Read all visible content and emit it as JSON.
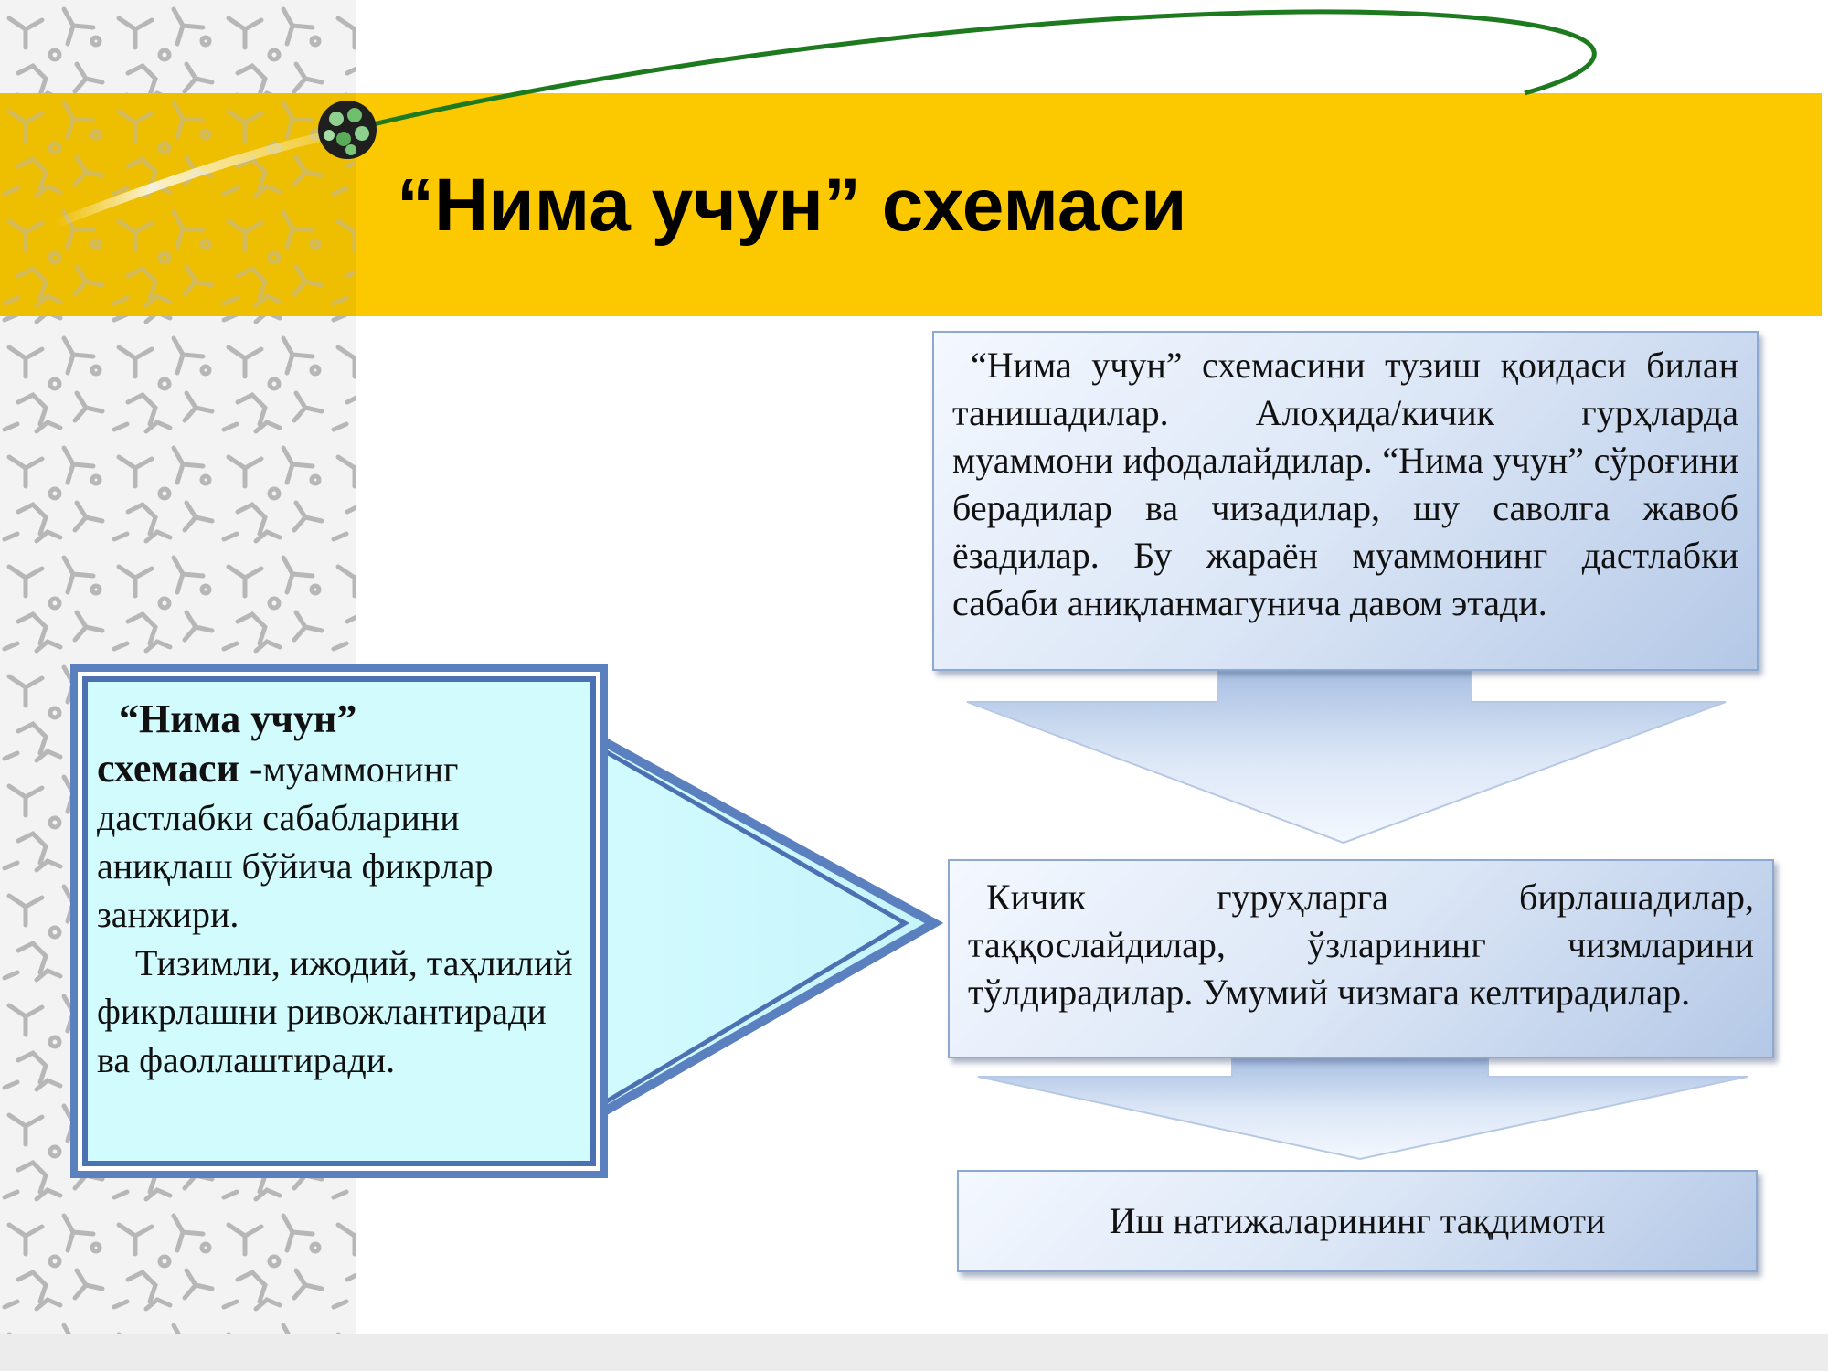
{
  "slide": {
    "title": "“Нима учун” схемаси"
  },
  "steps": {
    "step1": "“Нима учун” схемасини тузиш қоидаси билан танишадилар. Алоҳида/кичик гурҳларда муаммони ифодалайдилар. “Нима учун” сўроғини берадилар ва чизадилар, шу саволга жавоб ёзадилар. Бу жараён муаммонинг дастлабки сабаби аниқланмагунича давом этади.",
    "step2": "Кичик гуруҳларга бирлашадилар, таққослайдилар, ўзларининг чизмларини тўлдирадилар. Умумий чизмага келтирадилар.",
    "step3": "Иш  натижаларининг тақдимоти"
  },
  "definition": {
    "term_line1": "“Нима учун”",
    "term_line2": "схемаси -",
    "body": "муаммонинг дастлабки сабабларини аниқлаш бўйича фикрлар занжири.",
    "note": "Тизимли, ижодий, таҳлилий фикрлашни ривожлантиради ва фаоллаштиради."
  },
  "colors": {
    "title_band": "#fcc901",
    "definition_fill": "#d2fbfe",
    "definition_border": "#4c71b2",
    "step_box_border": "#8ea9d1",
    "swoosh": "#1e7a1e"
  },
  "icons": {
    "pattern": "molecule-pattern",
    "bead": "molecule-bead-icon",
    "arrows": "down-arrow"
  }
}
